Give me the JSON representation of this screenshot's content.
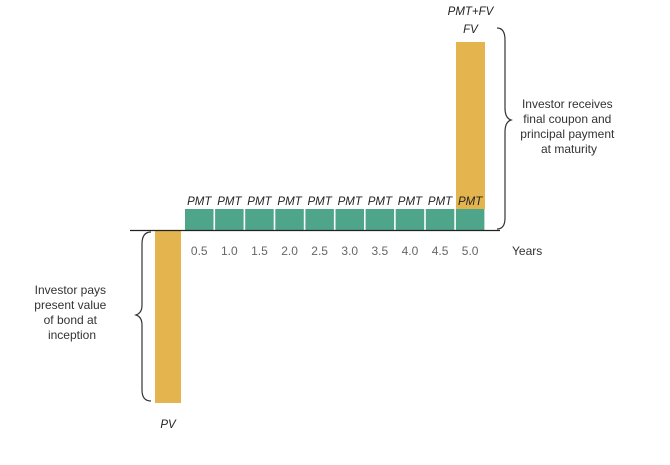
{
  "colors": {
    "coupon": "#4fa58a",
    "principal": "#e4b54f",
    "axis": "#222222",
    "brace": "#333333"
  },
  "pmt_label": "PMT",
  "periods": [
    "0.5",
    "1.0",
    "1.5",
    "2.0",
    "2.5",
    "3.0",
    "3.5",
    "4.0",
    "4.5",
    "5.0"
  ],
  "axis_label": "Years",
  "maturity": {
    "label_top": "PMT+FV",
    "label_fv": "FV"
  },
  "inception": {
    "label": "PV"
  },
  "notes": {
    "right": [
      "Investor receives",
      "final coupon and",
      "principal payment",
      "at maturity"
    ],
    "left": [
      "Investor pays",
      "present value",
      "of bond at",
      "inception"
    ]
  }
}
